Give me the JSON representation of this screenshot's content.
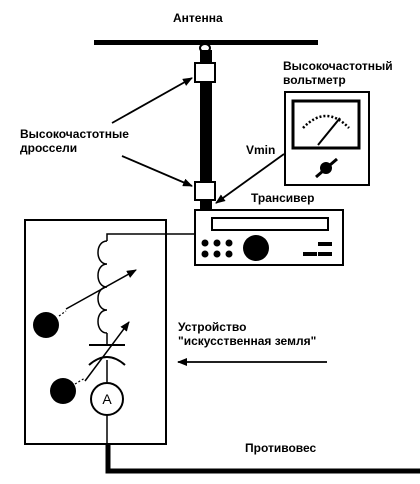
{
  "labels": {
    "antenna": "Антенна",
    "voltmeter_line1": "Высокочастотный",
    "voltmeter_line2": "вольтметр",
    "chokes_line1": "Высокочастотные",
    "chokes_line2": "дроссели",
    "vmin": "Vmin",
    "transceiver": "Трансивер",
    "device_line1": "Устройство",
    "device_line2": "\"искусственная земля\"",
    "counterpoise": "Противовес",
    "ammeter": "A"
  },
  "colors": {
    "ink": "#000000",
    "background": "#ffffff"
  }
}
